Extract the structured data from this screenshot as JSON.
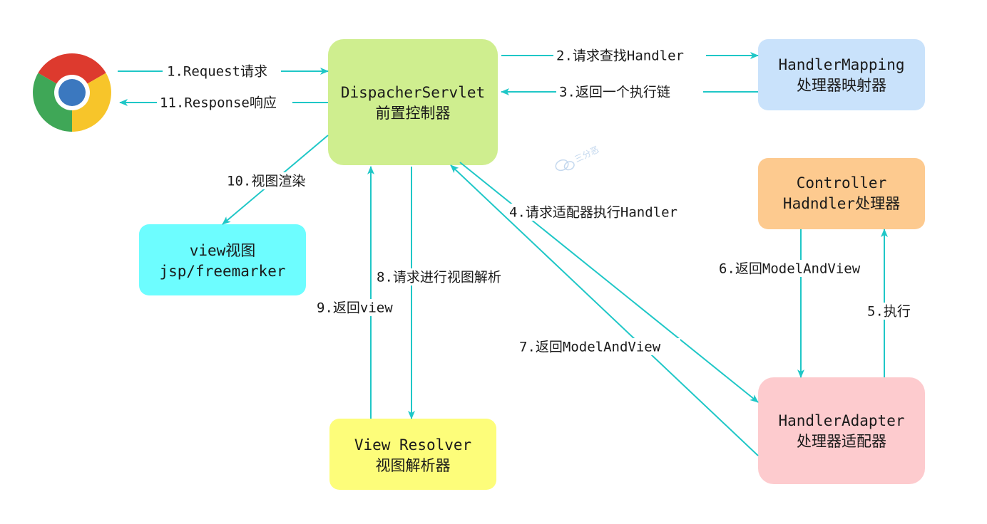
{
  "colors": {
    "edge": "#1fc7c7",
    "dispatcher": "#cfee8f",
    "handler_mapping": "#c9e2fb",
    "controller": "#fdca8f",
    "adapter": "#fdcbce",
    "view": "#6dfdff",
    "resolver": "#fdfd7a",
    "text": "#1a1a1a"
  },
  "nodes": {
    "browser": {
      "icon": "chrome-icon"
    },
    "dispatcher": {
      "line1": "DispacherServlet",
      "line2": "前置控制器"
    },
    "handler_mapping": {
      "line1": "HandlerMapping",
      "line2": "处理器映射器"
    },
    "controller": {
      "line1": "Controller",
      "line2": "Hadndler处理器"
    },
    "adapter": {
      "line1": "HandlerAdapter",
      "line2": "处理器适配器"
    },
    "view": {
      "line1": "view视图",
      "line2": "jsp/freemarker"
    },
    "resolver": {
      "line1": "View Resolver",
      "line2": "视图解析器"
    }
  },
  "edges": {
    "e1": "1.Request请求",
    "e2": "2.请求查找Handler",
    "e3": "3.返回一个执行链",
    "e4": "4.请求适配器执行Handler",
    "e5": "5.执行",
    "e6": "6.返回ModelAndView",
    "e7": "7.返回ModelAndView",
    "e8": "8.请求进行视图解析",
    "e9": "9.返回view",
    "e10": "10.视图渲染",
    "e11": "11.Response响应"
  },
  "watermark": {
    "text": "三分恶",
    "icon": "wechat-icon"
  }
}
